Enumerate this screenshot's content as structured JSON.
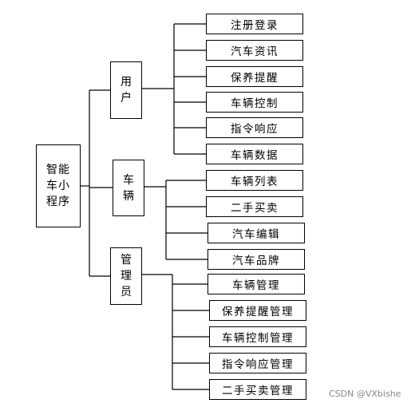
{
  "diagram": {
    "root": "智能车小程序",
    "branches": [
      {
        "label": "用户",
        "children": [
          "注册登录",
          "汽车资讯",
          "保养提醒",
          "车辆控制",
          "指令响应",
          "车辆数据"
        ]
      },
      {
        "label": "车辆",
        "children": [
          "车辆列表",
          "二手买卖",
          "汽车编辑",
          "汽车品牌"
        ]
      },
      {
        "label": "管理员",
        "children": [
          "车辆管理",
          "保养提醒管理",
          "车辆控制管理",
          "指令响应管理",
          "二手买卖管理"
        ]
      }
    ]
  },
  "watermark": "CSDN @VXbishe"
}
